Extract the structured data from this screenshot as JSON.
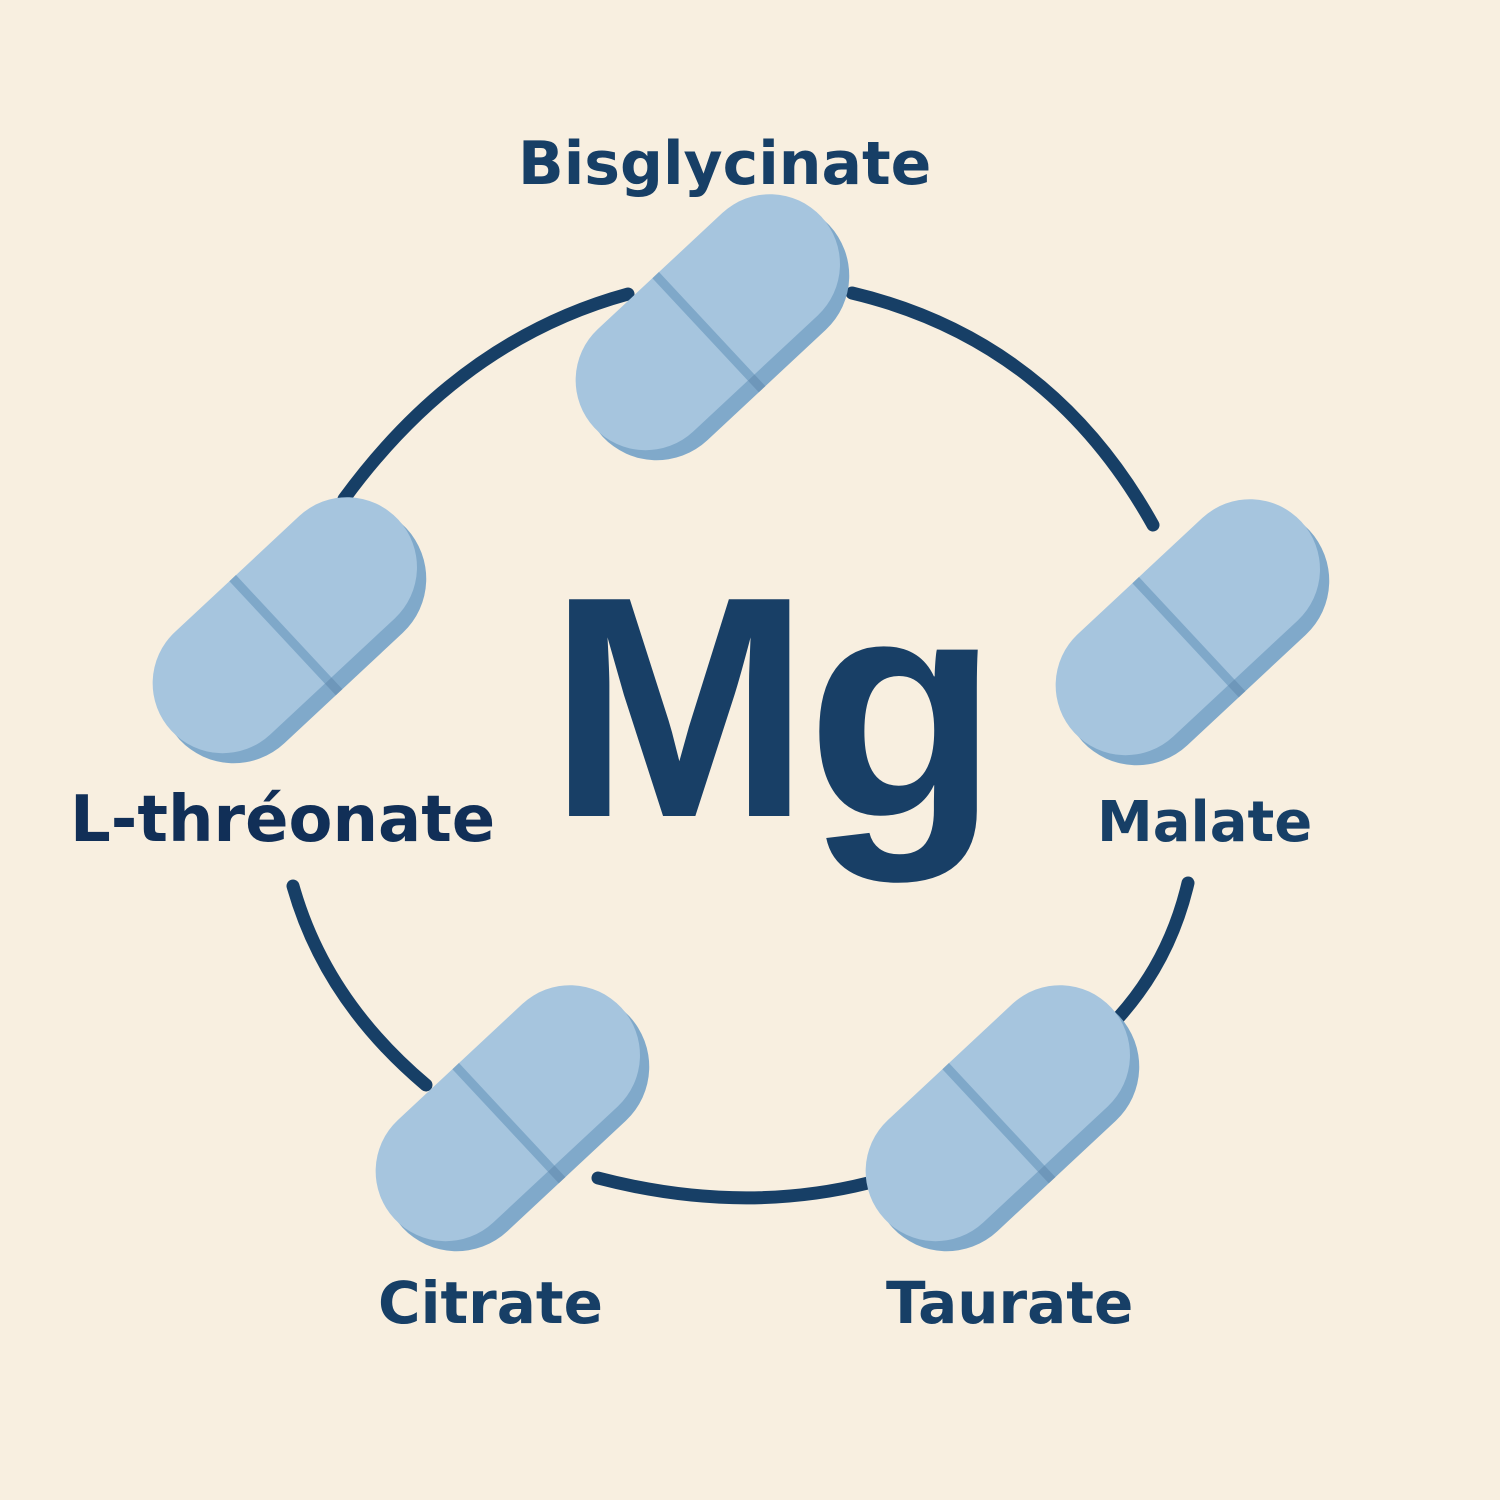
{
  "center": {
    "symbol": "Mg"
  },
  "forms": [
    {
      "label": "Bisglycinate"
    },
    {
      "label": "Malate"
    },
    {
      "label": "Taurate"
    },
    {
      "label": "Citrate"
    },
    {
      "label": "L-thréonate"
    }
  ],
  "colors": {
    "background": "#f8efe0",
    "text": "#173f66",
    "ring": "#173f66",
    "capsule_light": "#a3c2dc",
    "capsule_dark": "#7fa8c9"
  }
}
